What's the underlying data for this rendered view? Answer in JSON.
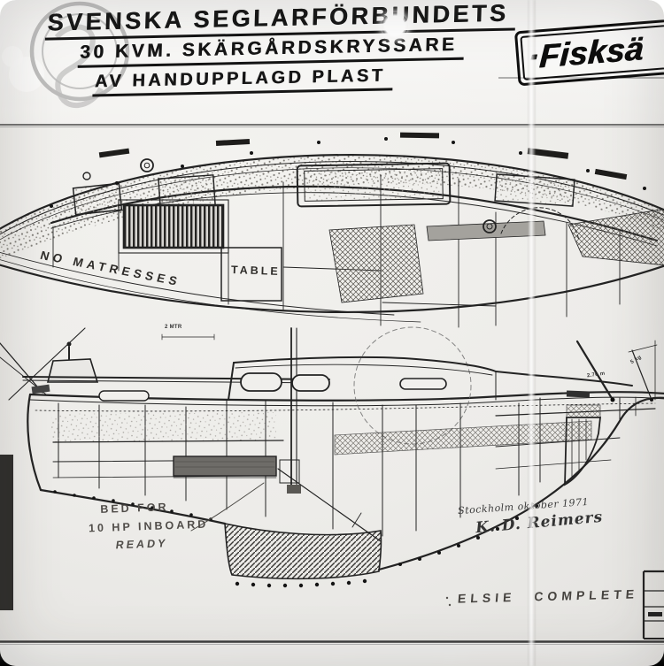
{
  "colors": {
    "paper": "#edece9",
    "ink": "#1c1c1c",
    "pencil": "#504d49"
  },
  "title_block": {
    "line1": "SVENSKA SEGLARFÖRBUNDETS",
    "line2": "30 KVM. SKÄRGÅRDSKRYSSARE",
    "line3": "AV HANDUPPLAGD PLAST"
  },
  "builder_plate": {
    "text": "·Fisksä"
  },
  "plan_view": {
    "label_no_matresses": "NO MATRESSES",
    "label_table": "TABLE"
  },
  "profile_view": {
    "note_bed_line1": "BED FOR",
    "note_bed_line2": "10 HP INBOARD",
    "note_bed_line3": "READY",
    "dim_foredeck": "2 MTR",
    "dim_backstay_1": "2.70 m",
    "dim_backstay_2": "5 kg"
  },
  "signature": {
    "line1": "Stockholm oktober 1971",
    "line2": "K. D. Reimers"
  },
  "completion_note": "ELSIE COMPLETE"
}
